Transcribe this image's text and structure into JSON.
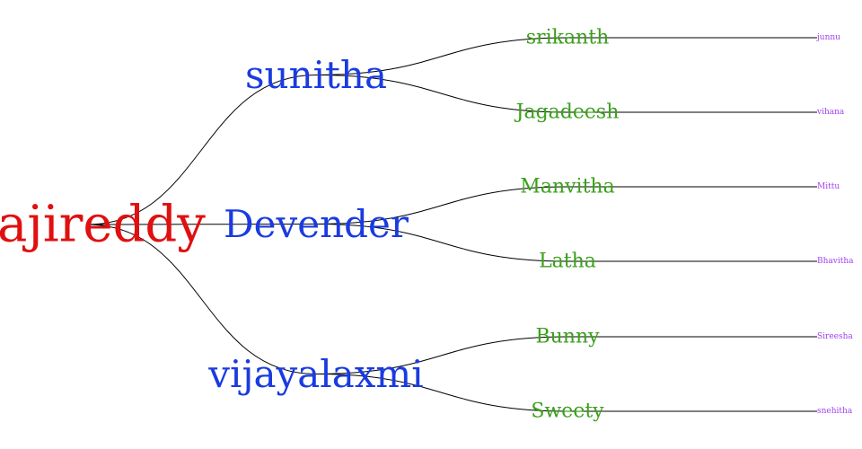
{
  "tree": {
    "name": "ajireddy",
    "color": "#e01010",
    "children": [
      {
        "name": "sunitha",
        "children": [
          {
            "name": "srikanth",
            "children": [
              {
                "name": "junnu"
              }
            ]
          },
          {
            "name": "Jagadeesh",
            "children": [
              {
                "name": "vihana"
              }
            ]
          }
        ]
      },
      {
        "name": "Devender",
        "children": [
          {
            "name": "Manvitha",
            "children": [
              {
                "name": "Mittu"
              }
            ]
          },
          {
            "name": "Latha",
            "children": [
              {
                "name": "Bhavitha"
              }
            ]
          }
        ]
      },
      {
        "name": "vijayalaxmi",
        "children": [
          {
            "name": "Bunny",
            "children": [
              {
                "name": "Sireesha"
              }
            ]
          },
          {
            "name": "Sweety",
            "children": [
              {
                "name": "snehitha"
              }
            ]
          }
        ]
      }
    ]
  },
  "colors": {
    "level0": "#e01010",
    "level1": "#1a3be0",
    "level2": "#3aa01a",
    "level3": "#a040f0"
  }
}
